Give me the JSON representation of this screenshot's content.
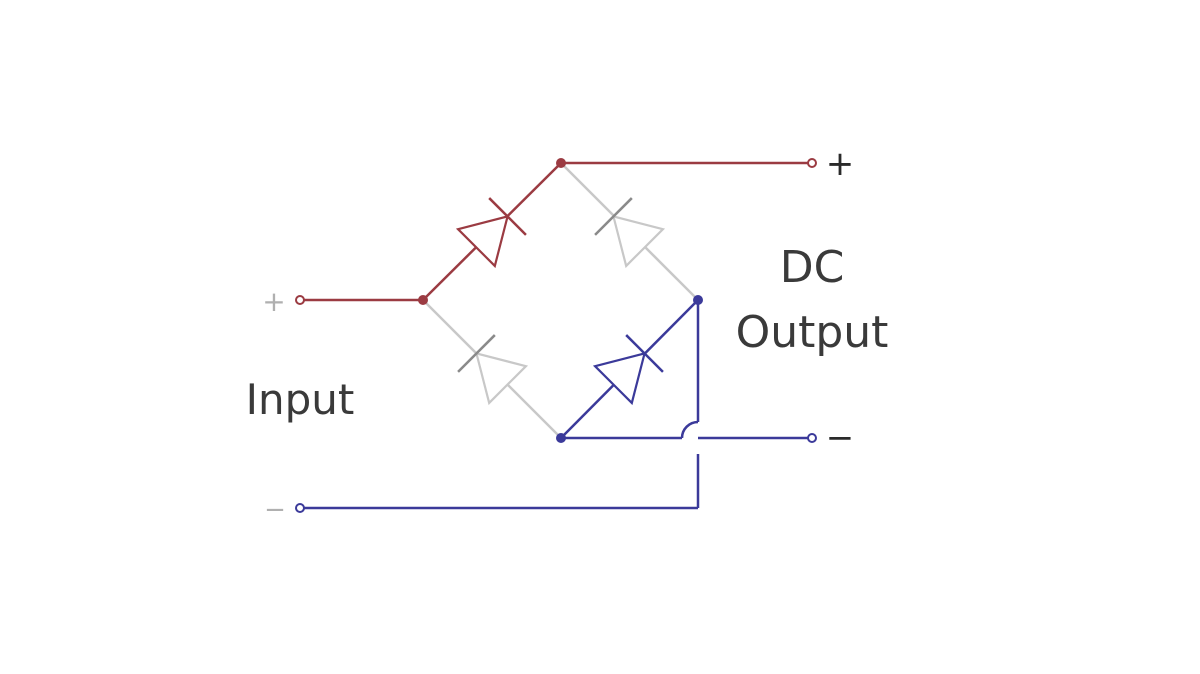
{
  "diagram": {
    "labels": {
      "input": "Input",
      "input_plus": "+",
      "input_minus": "−",
      "output_line1": "DC",
      "output_line2": "Output",
      "output_plus": "+",
      "output_minus": "−"
    },
    "colors": {
      "positive_path": "#9b3b42",
      "negative_path": "#3b3a9a",
      "inactive": "#c8c8c8",
      "inactive_bar": "#8a8a8a",
      "text": "#3a3a3a",
      "faint_text": "#b0b0b0"
    },
    "components": [
      "diode-top-left",
      "diode-top-right",
      "diode-bottom-left",
      "diode-bottom-right"
    ]
  }
}
